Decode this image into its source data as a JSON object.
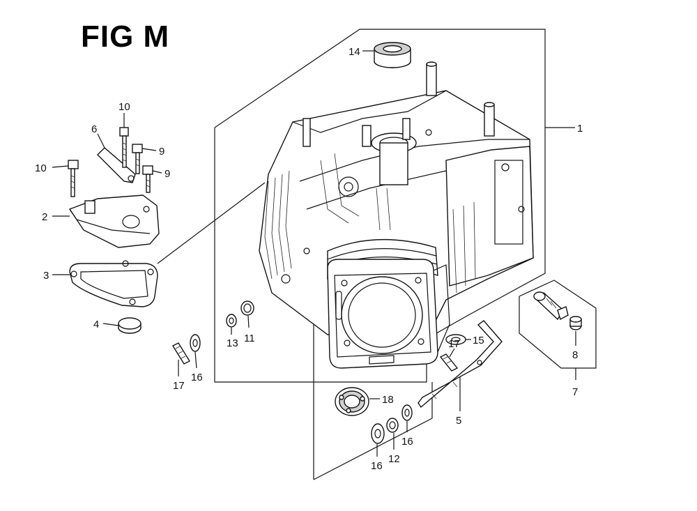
{
  "figure": {
    "title": "FIG M"
  },
  "callouts": {
    "c1": "1",
    "c2": "2",
    "c3": "3",
    "c4": "4",
    "c5": "5",
    "c6": "6",
    "c7": "7",
    "c8": "8",
    "c9a": "9",
    "c9b": "9",
    "c10a": "10",
    "c10b": "10",
    "c11": "11",
    "c12": "12",
    "c13": "13",
    "c14": "14",
    "c15": "15",
    "c16a": "16",
    "c16b": "16",
    "c16c": "16",
    "c17a": "17",
    "c17b": "17",
    "c18": "18"
  },
  "colors": {
    "ink": "#111111",
    "background": "#ffffff"
  }
}
